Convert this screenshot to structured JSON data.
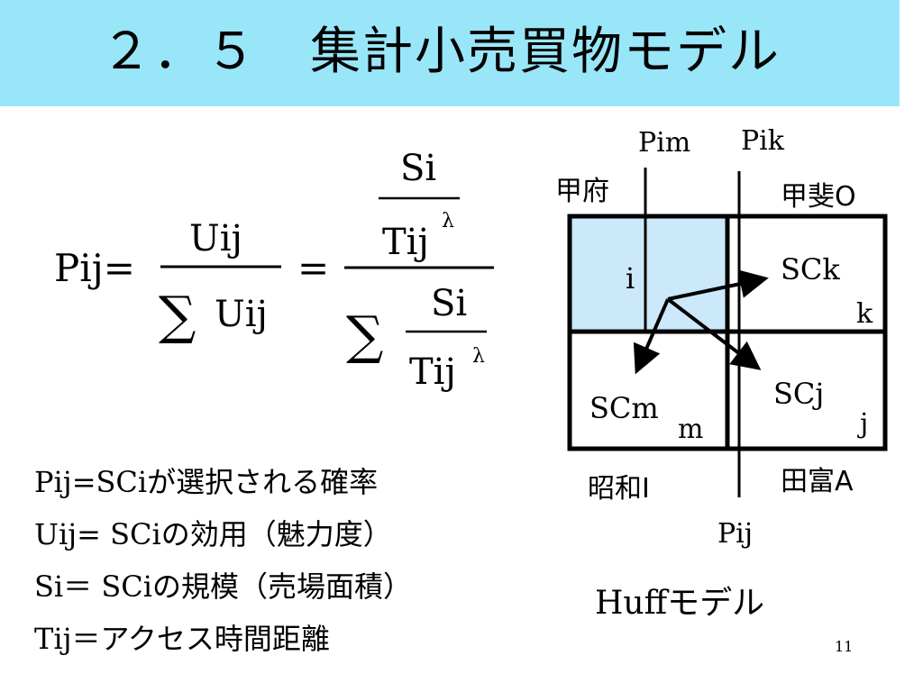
{
  "title": "２．５　集計小売買物モデル",
  "formula": {
    "lhs": "Pij=",
    "num1": "Uij",
    "sum_sign": "∑",
    "den1": "Uij",
    "equals": "=",
    "si_top": "Si",
    "tij_top": "Tij",
    "lambda": "λ",
    "si_bottom": "Si",
    "tij_bottom": "Tij"
  },
  "definitions": [
    "Pij=SCiが選択される確率",
    "Uij= SCiの効用（魅力度）",
    "Si＝ SCiの規模（売場面積）",
    "Tij＝アクセス時間距離"
  ],
  "diagram": {
    "pim": "Pim",
    "pik": "Pik",
    "pij": "Pij",
    "region_tl": "甲府",
    "region_tr": "甲斐O",
    "region_bl": "昭和I",
    "region_br": "田富A",
    "label_i": "i",
    "label_sck": "SCk",
    "label_k": "k",
    "label_scm": "SCm",
    "label_m": "m",
    "label_scj": "SCj",
    "label_j": "j",
    "highlight_color": "#cce9fb"
  },
  "caption": "Huffモデル",
  "page_number": "11"
}
